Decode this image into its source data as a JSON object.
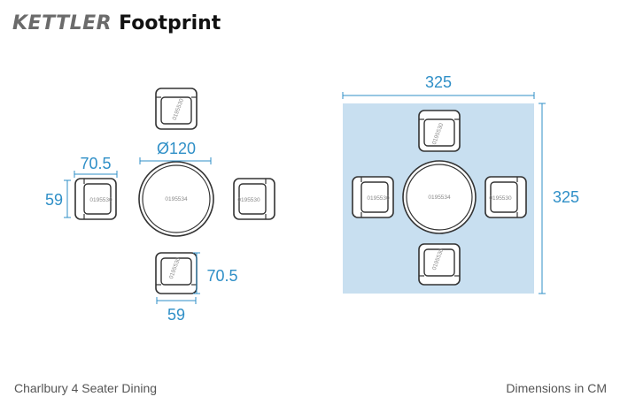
{
  "header": {
    "brand": "KETTLER",
    "title": "Footprint"
  },
  "footer": {
    "product": "Charlbury 4 Seater Dining",
    "units": "Dimensions in CM"
  },
  "dimensions": {
    "table_diameter": "Ø120",
    "chair_depth_left": "70.5",
    "chair_width_left": "59",
    "chair_depth_bottom": "70.5",
    "chair_width_bottom": "59",
    "area_width": "325",
    "area_height": "325"
  },
  "codes": {
    "table": "0195534",
    "chair": "0195530"
  },
  "colors": {
    "accent": "#2f8fc7",
    "area_fill": "#c8dff0",
    "outline": "#333333"
  }
}
